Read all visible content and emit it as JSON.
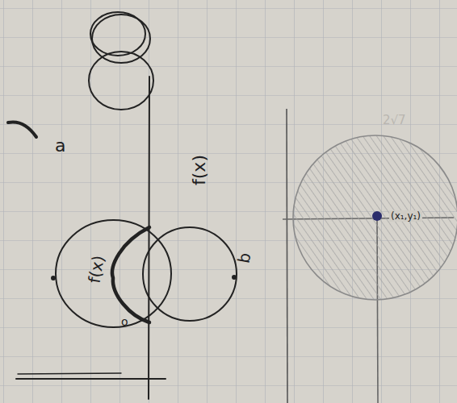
{
  "diagram": {
    "nodes": [
      {
        "text": [
          "f(x)"
        ]
      },
      {
        "text": [
          "(x₁,y₁)",
          "2√7"
        ]
      }
    ],
    "labels": [
      "a",
      "f(x)",
      "b",
      "o"
    ]
  }
}
